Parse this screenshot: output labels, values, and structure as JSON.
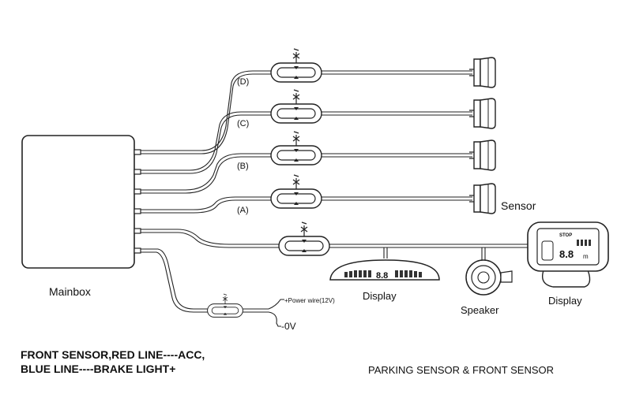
{
  "mainbox": {
    "label": "Mainbox"
  },
  "channels": [
    {
      "label": "(D)"
    },
    {
      "label": "(C)"
    },
    {
      "label": "(B)"
    },
    {
      "label": "(A)"
    }
  ],
  "sensor_label": "Sensor",
  "displays": {
    "bar_display": {
      "label": "Display",
      "readout": "8.8"
    },
    "lcd_display": {
      "label": "Display",
      "readout": "8.8",
      "stop_text": "STOP",
      "unit": "m"
    }
  },
  "speaker": {
    "label": "Speaker"
  },
  "power": {
    "positive": "+Power wire(12V)",
    "negative": "-0V"
  },
  "notes": {
    "line1": "FRONT SENSOR,RED LINE----ACC,",
    "line2": "BLUE LINE----BRAKE LIGHT+"
  },
  "caption": "PARKING SENSOR & FRONT SENSOR"
}
